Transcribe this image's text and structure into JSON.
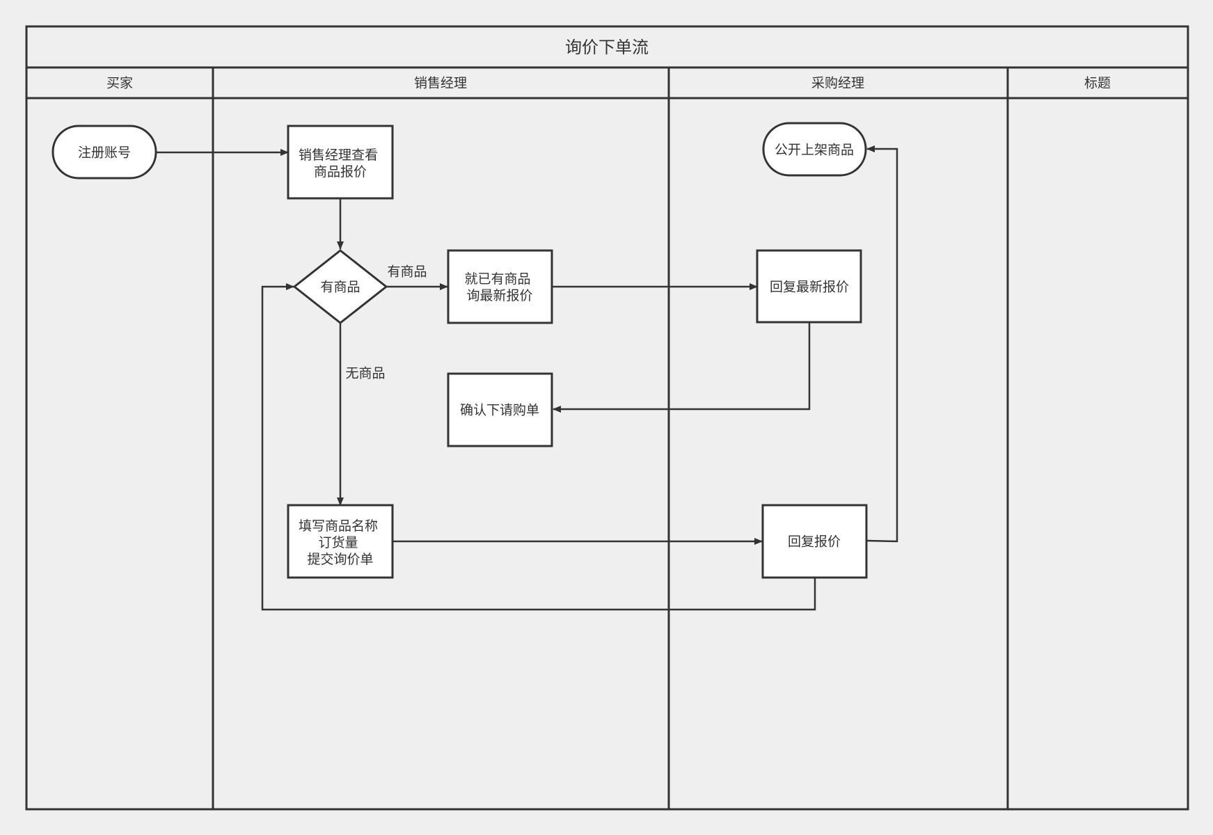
{
  "diagram": {
    "title": "询价下单流",
    "lanes": [
      "买家",
      "销售经理",
      "采购经理",
      "标题"
    ],
    "nodes": {
      "register": "注册账号",
      "view_quote": [
        "销售经理查看",
        "商品报价"
      ],
      "has_goods": "有商品",
      "ask_latest": [
        "就已有商品",
        "询最新报价"
      ],
      "reply_latest": "回复最新报价",
      "confirm_order": "确认下请购单",
      "fill_form": [
        "填写商品名称",
        "订货量",
        "提交询价单"
      ],
      "reply_quote": "回复报价",
      "publish": "公开上架商品"
    },
    "edge_labels": {
      "yes": "有商品",
      "no": "无商品"
    },
    "colors": {
      "background": "#efefef",
      "shape_fill": "#ffffff",
      "stroke": "#333333",
      "text": "#333333"
    }
  }
}
